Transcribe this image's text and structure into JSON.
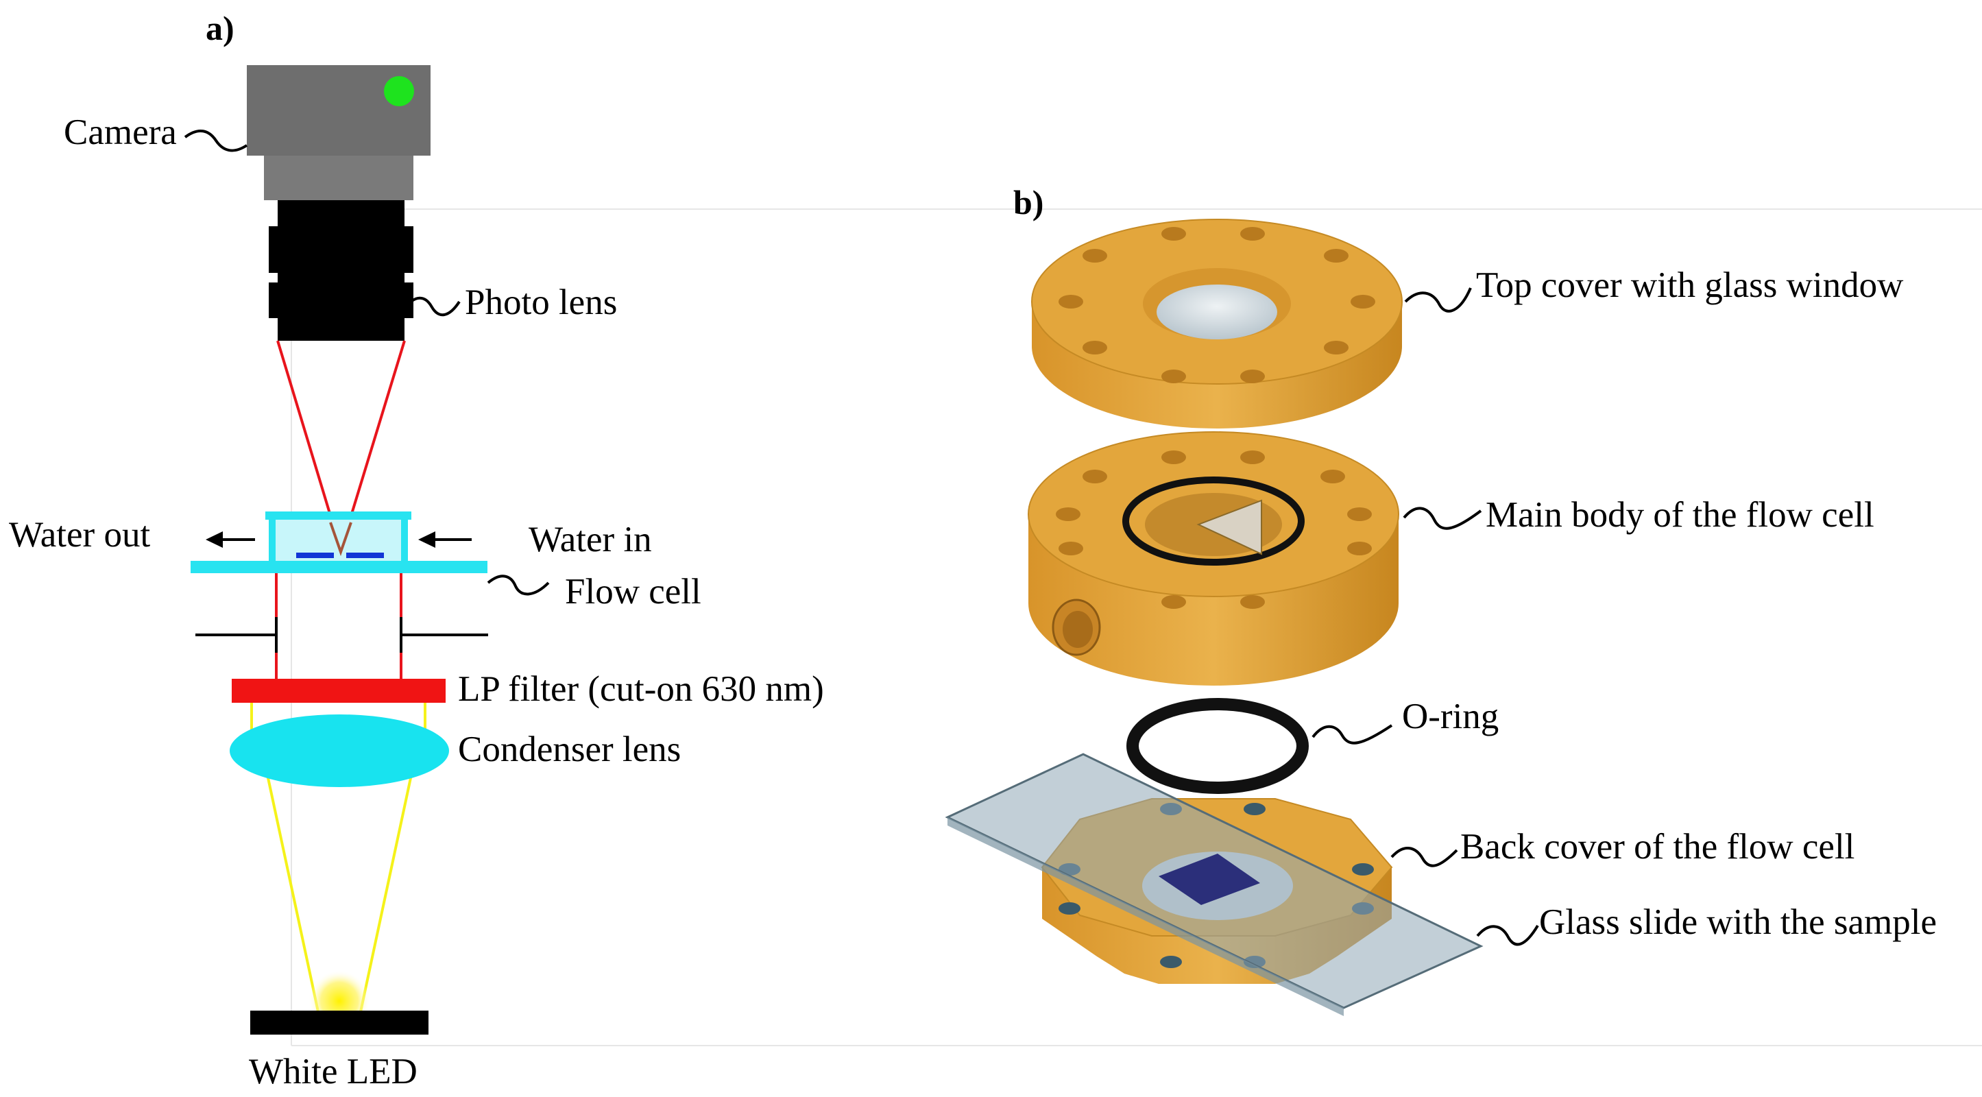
{
  "panels": {
    "a": {
      "tag": "a)",
      "labels": {
        "camera": "Camera",
        "photo_lens": "Photo lens",
        "water_out": "Water out",
        "water_in": "Water in",
        "flow_cell": "Flow cell",
        "lp_filter": "LP filter (cut-on 630 nm)",
        "condenser_lens": "Condenser lens",
        "white_led": "White LED"
      }
    },
    "b": {
      "tag": "b)",
      "labels": {
        "top_cover": "Top cover with glass window",
        "main_body": "Main body of the flow cell",
        "o_ring": "O-ring",
        "back_cover": "Back cover of the flow cell",
        "glass_slide": "Glass slide with the sample"
      }
    }
  },
  "colors": {
    "camera_body": "#6e6e6e",
    "camera_mount": "#7a7a7a",
    "camera_led": "#1ee31e",
    "lens": "#000000",
    "red_ray": "#e8141c",
    "flow_cell": "#28e3f0",
    "flow_cell_inner": "#c8f6fa",
    "sample": "#1236d6",
    "lp_filter": "#f01414",
    "condenser": "#18e3ef",
    "yellow_ray": "#f5f21a",
    "led_glow": "#fff200",
    "brass": "#e3a63c",
    "brass_dark": "#b87a1e",
    "glass": "#c7d2d9",
    "slide": "#a8bcc8",
    "o_ring": "#111111",
    "sample_square": "#2b2f7a"
  }
}
